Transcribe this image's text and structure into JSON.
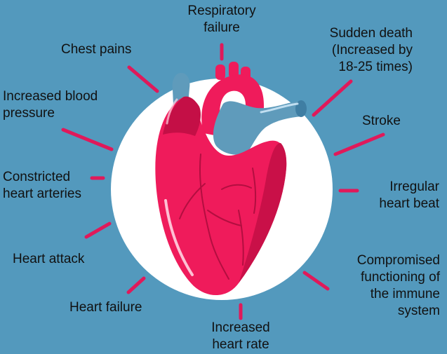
{
  "colors": {
    "background": "#5399bd",
    "circle": "#ffffff",
    "tick": "#e0195a",
    "heart": "#ef1b5b",
    "heart_dark": "#c40f46",
    "vessel": "#5f9bbb",
    "text": "#111111"
  },
  "labels": {
    "respiratory_failure": "Respiratory\nfailure",
    "sudden_death": "Sudden death\n(Increased by\n18-25 times)",
    "chest_pains": "Chest pains",
    "increased_blood_pressure": "Increased blood\npressure",
    "stroke": "Stroke",
    "constricted_arteries": "Constricted\nheart arteries",
    "irregular_heart_beat": "Irregular\nheart beat",
    "heart_attack": "Heart attack",
    "compromised_immune": "Compromised\nfunctioning of\nthe immune\nsystem",
    "heart_failure": "Heart failure",
    "increased_heart_rate": "Increased\nheart rate"
  }
}
